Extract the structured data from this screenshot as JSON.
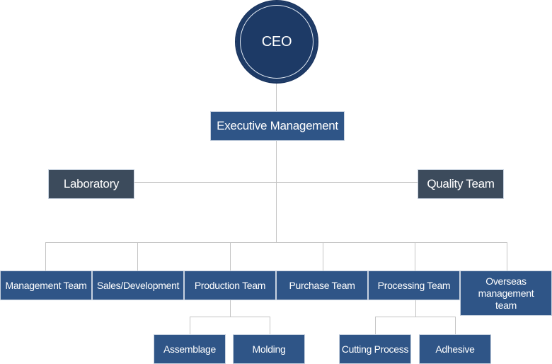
{
  "chart": {
    "ceo": "CEO",
    "executive": "Executive Management",
    "staff": [
      "Laboratory",
      "Quality Team"
    ],
    "teams": [
      "Management Team",
      "Sales/Development",
      "Production Team",
      "Purchase Team",
      "Processing Team",
      "Overseas management team"
    ],
    "production_subteams": [
      "Assemblage",
      "Molding"
    ],
    "processing_subteams": [
      "Cutting Process",
      "Adhesive"
    ]
  },
  "colors": {
    "ceo_fill": "#1d3a66",
    "node_blue": "#2f5587",
    "node_slate": "#3c4b5c",
    "connector": "#c4c4c4",
    "text": "#ffffff"
  }
}
